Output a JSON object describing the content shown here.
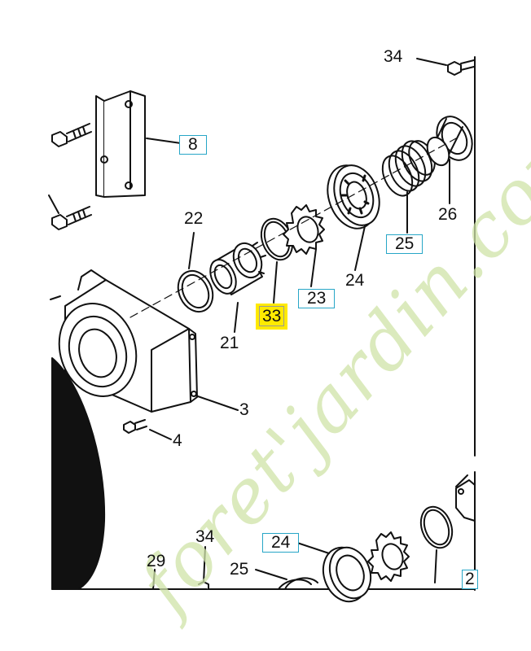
{
  "watermark": "foret'jardin.com",
  "labels": {
    "l34_top": "34",
    "l8": "8",
    "l22": "22",
    "l26": "26",
    "l25_top": "25",
    "l24_top": "24",
    "l23": "23",
    "l33": "33",
    "l21": "21",
    "l3": "3",
    "l4": "4",
    "l34_bottom": "34",
    "l29": "29",
    "l24_bottom": "24",
    "l25_bottom": "25",
    "l2_partial": "2"
  },
  "colors": {
    "highlight": "#ffea00",
    "label_box_border": "#27a6c7",
    "watermark": "#cfe3a8"
  }
}
